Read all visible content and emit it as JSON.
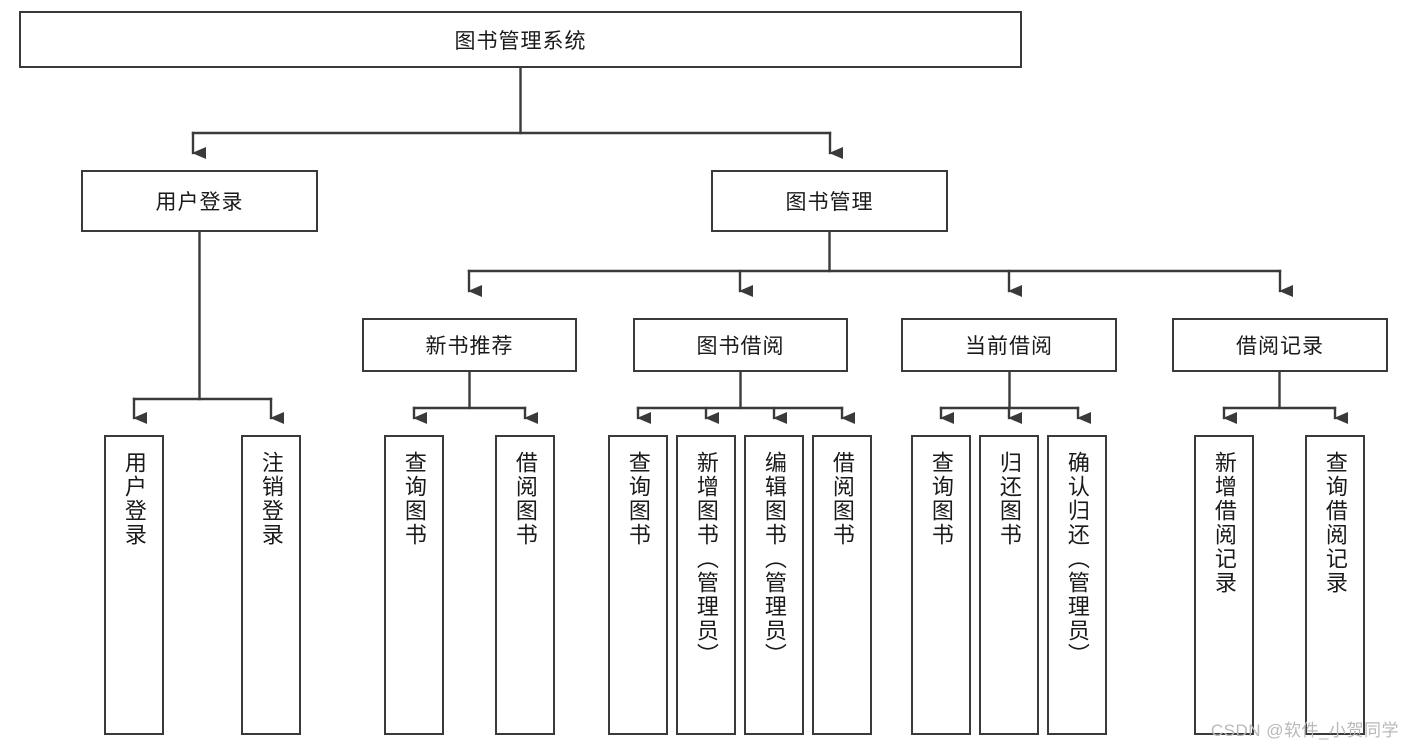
{
  "diagram": {
    "title_node": {
      "label": "图书管理系统"
    },
    "colors": {
      "stroke": "#3a3a3a",
      "text": "#1a1a1a",
      "background": "#ffffff",
      "watermark": "#b9b9b9"
    },
    "level2": [
      {
        "id": "user-login",
        "label": "用户登录"
      },
      {
        "id": "book-manage",
        "label": "图书管理"
      }
    ],
    "level3": [
      {
        "id": "new-book-recommend",
        "label": "新书推荐"
      },
      {
        "id": "book-borrow",
        "label": "图书借阅"
      },
      {
        "id": "current-borrow",
        "label": "当前借阅"
      },
      {
        "id": "borrow-record",
        "label": "借阅记录"
      }
    ],
    "leaves": {
      "user_login": [
        {
          "id": "leaf-user-login",
          "label": "用户登录"
        },
        {
          "id": "leaf-logout-login",
          "label": "注销登录"
        }
      ],
      "new_book_recommend": [
        {
          "id": "leaf-query-book-1",
          "label": "查询图书"
        },
        {
          "id": "leaf-borrow-book-1",
          "label": "借阅图书"
        }
      ],
      "book_borrow": [
        {
          "id": "leaf-query-book-2",
          "label": "查询图书"
        },
        {
          "id": "leaf-add-book",
          "label": "新增图书（管理员）"
        },
        {
          "id": "leaf-edit-book",
          "label": "编辑图书（管理员）"
        },
        {
          "id": "leaf-borrow-book-2",
          "label": "借阅图书"
        }
      ],
      "current_borrow": [
        {
          "id": "leaf-query-book-3",
          "label": "查询图书"
        },
        {
          "id": "leaf-return-book",
          "label": "归还图书"
        },
        {
          "id": "leaf-confirm-return",
          "label": "确认归还（管理员）"
        }
      ],
      "borrow_record": [
        {
          "id": "leaf-add-record",
          "label": "新增借阅记录"
        },
        {
          "id": "leaf-query-record",
          "label": "查询借阅记录"
        }
      ]
    }
  },
  "watermark": {
    "text": "CSDN @软件_小贺同学"
  }
}
